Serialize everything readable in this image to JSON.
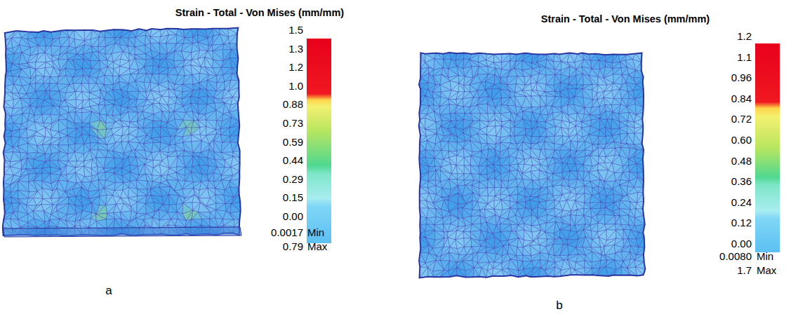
{
  "diagram": {
    "labels": [
      "Strain - Total - Von Mises (mm/mm)",
      "1.5",
      "1.3",
      "1.2",
      "1.0",
      "0.88",
      "0.73",
      "0.59",
      "0.44",
      "0.29",
      "0.15",
      "0.00",
      "0.0017",
      "Min",
      "0.79",
      "Max",
      "a",
      "Strain - Total - Von Mises (mm/mm)",
      "1.2",
      "1.1",
      "0.96",
      "0.84",
      "0.72",
      "0.60",
      "0.48",
      "0.36",
      "0.24",
      "0.12",
      "0.00",
      "0.0080",
      "Min",
      "1.7",
      "Max",
      "b"
    ]
  }
}
